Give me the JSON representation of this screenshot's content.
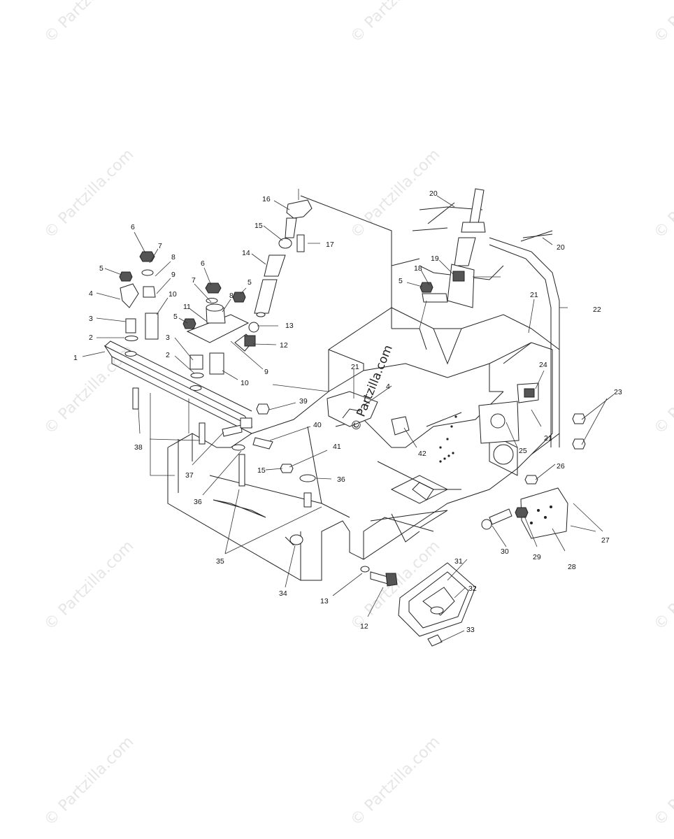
{
  "watermark": {
    "text": "© Partzilla.com"
  },
  "center_watermark": "© Partzilla.com",
  "callouts": [
    {
      "n": "1"
    },
    {
      "n": "2"
    },
    {
      "n": "3"
    },
    {
      "n": "4"
    },
    {
      "n": "5"
    },
    {
      "n": "6"
    },
    {
      "n": "7"
    },
    {
      "n": "8"
    },
    {
      "n": "9"
    },
    {
      "n": "10"
    },
    {
      "n": "6"
    },
    {
      "n": "7"
    },
    {
      "n": "8"
    },
    {
      "n": "9"
    },
    {
      "n": "10"
    },
    {
      "n": "11"
    },
    {
      "n": "5"
    },
    {
      "n": "5"
    },
    {
      "n": "3"
    },
    {
      "n": "2"
    },
    {
      "n": "13"
    },
    {
      "n": "12"
    },
    {
      "n": "16"
    },
    {
      "n": "15"
    },
    {
      "n": "17"
    },
    {
      "n": "14"
    },
    {
      "n": "20"
    },
    {
      "n": "20"
    },
    {
      "n": "19"
    },
    {
      "n": "18"
    },
    {
      "n": "5"
    },
    {
      "n": "21"
    },
    {
      "n": "22"
    },
    {
      "n": "24"
    },
    {
      "n": "23"
    },
    {
      "n": "21"
    },
    {
      "n": "25"
    },
    {
      "n": "26"
    },
    {
      "n": "21"
    },
    {
      "n": "4"
    },
    {
      "n": "42"
    },
    {
      "n": "39"
    },
    {
      "n": "40"
    },
    {
      "n": "41"
    },
    {
      "n": "38"
    },
    {
      "n": "37"
    },
    {
      "n": "36"
    },
    {
      "n": "36"
    },
    {
      "n": "15"
    },
    {
      "n": "35"
    },
    {
      "n": "34"
    },
    {
      "n": "13"
    },
    {
      "n": "12"
    },
    {
      "n": "31"
    },
    {
      "n": "32"
    },
    {
      "n": "33"
    },
    {
      "n": "30"
    },
    {
      "n": "29"
    },
    {
      "n": "28"
    },
    {
      "n": "27"
    }
  ]
}
